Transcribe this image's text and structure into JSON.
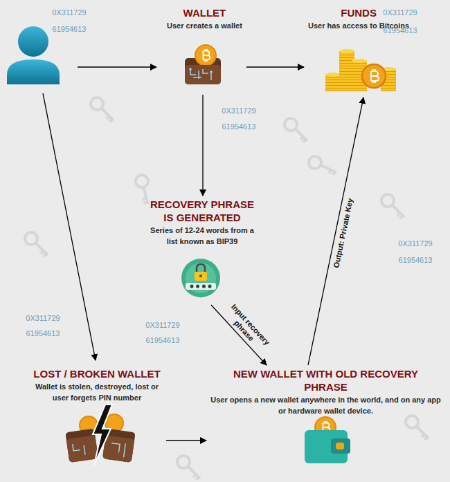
{
  "diagram": {
    "nodes": [
      {
        "text": [
          "WALLET",
          "User creates a wallet"
        ]
      },
      {
        "text": [
          "FUNDS",
          "User has access to Bitcoins"
        ]
      },
      {
        "text": [
          "RECOVERY PHRASE IS GENERATED",
          "Series of 12-24 words from a list known as BIP39"
        ]
      },
      {
        "text": [
          "LOST / BROKEN WALLET",
          "Wallet is stolen, destroyed, lost or user forgets PIN number"
        ]
      },
      {
        "text": [
          "NEW WALLET WITH OLD RECOVERY PHRASE",
          "User opens a new wallet anywhere in the world, and on any app or hardware wallet device."
        ]
      }
    ],
    "edges": [
      {
        "from": 0,
        "to": 1,
        "arrow": "to"
      },
      {
        "from": 0,
        "to": 2,
        "arrow": "to"
      },
      {
        "from": 2,
        "to": 4,
        "label": "Input recovery phrase",
        "arrow": "to"
      },
      {
        "from": 4,
        "to": 1,
        "label": "Output: Private Key",
        "arrow": "to"
      },
      {
        "from": 3,
        "to": 4,
        "arrow": "to"
      }
    ],
    "labels": [
      "0X311729",
      "61954613",
      "0X311729",
      "61954613",
      "0X311729",
      "61954613",
      "0X311729",
      "61954613",
      "0X311729",
      "61954613",
      "0X311729",
      "61954613"
    ]
  }
}
